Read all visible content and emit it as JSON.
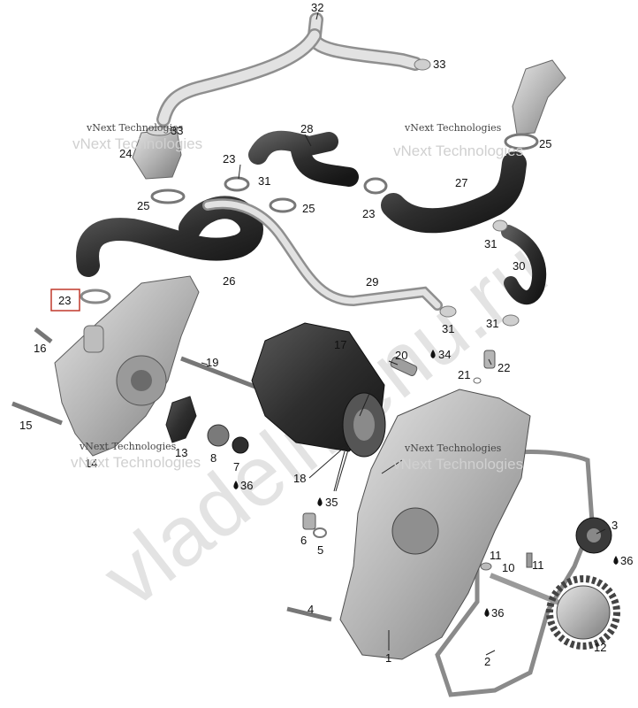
{
  "watermarks": {
    "brand": "vNext Technologies",
    "site": "vladelmenu.ru"
  },
  "callouts": {
    "c1": "1",
    "c2": "2",
    "c3": "3",
    "c4": "4",
    "c5": "5",
    "c6": "6",
    "c7": "7",
    "c8": "8",
    "c10": "10",
    "c11a": "11",
    "c11b": "11",
    "c12": "12",
    "c13": "13",
    "c14": "14",
    "c15": "15",
    "c16": "16",
    "c17": "17",
    "c18": "18",
    "c19": "19",
    "c20": "20",
    "c21": "21",
    "c22": "22",
    "c23a": "23",
    "c23b": "23",
    "c23c": "23",
    "c24": "24",
    "c25a": "25",
    "c25b": "25",
    "c25c": "25",
    "c26": "26",
    "c27": "27",
    "c28": "28",
    "c29": "29",
    "c30": "30",
    "c31a": "31",
    "c31b": "31",
    "c31c": "31",
    "c31d": "31",
    "c32": "32",
    "c33a": "33",
    "c33b": "33",
    "c34": "34",
    "c35": "35",
    "c36a": "36",
    "c36b": "36",
    "c36c": "36"
  },
  "highlight_callout": "23",
  "colors": {
    "highlight_box": "#c0392b",
    "hose": "#2f2f2f",
    "pipe": "#b9b9b9",
    "metal": "#a8a8a8"
  }
}
